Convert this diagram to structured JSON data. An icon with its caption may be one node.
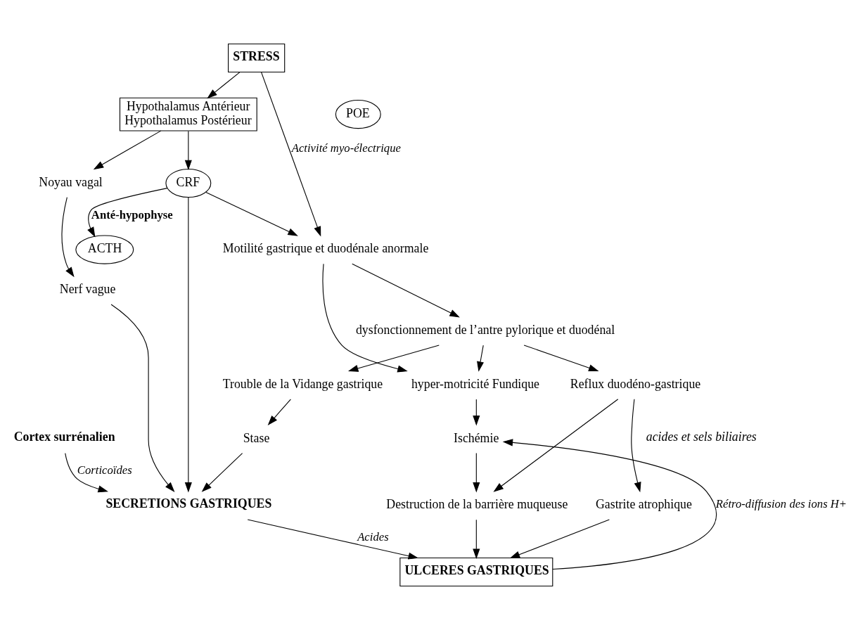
{
  "diagram": {
    "nodes": [
      {
        "text": [
          "STRESS"
        ]
      },
      {
        "text": [
          "Hypothalamus Antérieur",
          "Hypothalamus Postérieur"
        ]
      },
      {
        "text": [
          "POE"
        ]
      },
      {
        "text": [
          "Motilité gastrique et duodénale anormale"
        ]
      },
      {
        "text": [
          "Noyau vagal"
        ]
      },
      {
        "text": [
          "CRF"
        ]
      },
      {
        "text": [
          "hyper-motricité Fundique"
        ]
      },
      {
        "text": [
          "dysfonctionnement de l’antre pylorique et duodénal"
        ]
      },
      {
        "text": [
          "Nerf vague"
        ]
      },
      {
        "text": [
          "ACTH"
        ]
      },
      {
        "text": [
          "Trouble de la Vidange gastrique"
        ]
      },
      {
        "text": [
          "Reflux duodéno-gastrique"
        ]
      },
      {
        "text": [
          "Cortex surrénalien"
        ]
      },
      {
        "text": [
          "Ischémie"
        ]
      },
      {
        "text": [
          "Stase"
        ]
      },
      {
        "text": [
          "Destruction de la barrière muqueuse"
        ]
      },
      {
        "text": [
          "Gastrite atrophique"
        ]
      },
      {
        "text": [
          "SECRETIONS GASTRIQUES"
        ]
      },
      {
        "text": [
          "ULCERES GASTRIQUES"
        ]
      }
    ],
    "edges": [
      {
        "from": 0,
        "to": 1,
        "arrow": "to"
      },
      {
        "from": 0,
        "to": 3,
        "arrow": "to",
        "label": "Activité myo-électrique"
      },
      {
        "from": 1,
        "to": 4,
        "arrow": "to"
      },
      {
        "from": 1,
        "to": 5,
        "arrow": "to"
      },
      {
        "from": 5,
        "to": 3,
        "arrow": "to"
      },
      {
        "from": 5,
        "to": 17,
        "arrow": "to"
      },
      {
        "from": 5,
        "to": 9,
        "arrow": "to",
        "label": "Anté-hypophyse"
      },
      {
        "from": 4,
        "to": 8,
        "arrow": "to"
      },
      {
        "from": 8,
        "to": 17,
        "arrow": "to"
      },
      {
        "from": 3,
        "to": 6,
        "arrow": "to"
      },
      {
        "from": 3,
        "to": 7,
        "arrow": "to"
      },
      {
        "from": 7,
        "to": 6,
        "arrow": "to"
      },
      {
        "from": 7,
        "to": 10,
        "arrow": "to"
      },
      {
        "from": 7,
        "to": 11,
        "arrow": "to"
      },
      {
        "from": 6,
        "to": 13,
        "arrow": "to"
      },
      {
        "from": 10,
        "to": 14,
        "arrow": "to"
      },
      {
        "from": 14,
        "to": 17,
        "arrow": "to"
      },
      {
        "from": 12,
        "to": 17,
        "arrow": "to",
        "label": "Corticoïdes"
      },
      {
        "from": 13,
        "to": 15,
        "arrow": "to"
      },
      {
        "from": 11,
        "to": 15,
        "arrow": "to"
      },
      {
        "from": 11,
        "to": 16,
        "arrow": "to"
      },
      {
        "from": 15,
        "to": 18,
        "arrow": "to"
      },
      {
        "from": 16,
        "to": 18,
        "arrow": "to"
      },
      {
        "from": 17,
        "to": 18,
        "arrow": "to",
        "label": "Acides"
      },
      {
        "from": 18,
        "to": 13,
        "arrow": "to",
        "label": "Rétro-diffusion des ions H+"
      }
    ],
    "labels": [
      "acides et sels biliaires"
    ]
  }
}
